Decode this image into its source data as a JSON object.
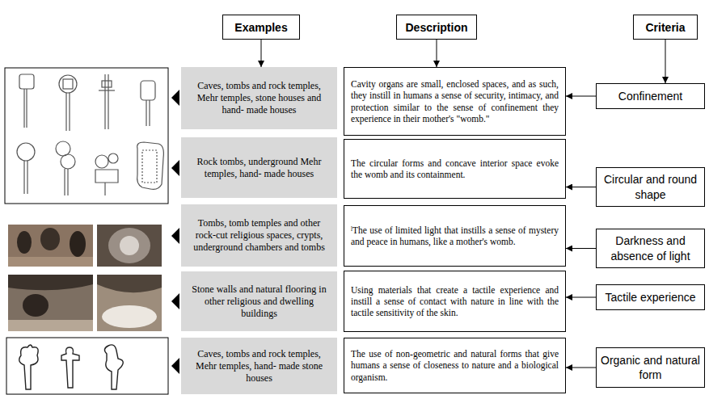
{
  "diagram": {
    "nodes": [
      {
        "text": [
          "Examples"
        ]
      },
      {
        "text": [
          "Description"
        ]
      },
      {
        "text": [
          "Criteria"
        ]
      },
      {
        "text": [
          "Caves, tombs and rock temples, Mehr temples, stone houses and hand- made houses"
        ]
      },
      {
        "text": [
          "Cavity organs are small, enclosed spaces, and as such, they instill in humans a sense of security, intimacy, and protection similar to the sense of confinement they experience in their mother's \"womb.\""
        ]
      },
      {
        "text": [
          "Confinement"
        ]
      },
      {
        "text": [
          "Rock tombs, underground Mehr temples, hand- made houses"
        ]
      },
      {
        "text": [
          "The circular forms and concave interior space evoke the womb and its containment."
        ]
      },
      {
        "text": [
          "Circular and round shape"
        ]
      },
      {
        "text": [
          "Tombs, tomb temples and other rock-cut religious spaces, crypts, underground chambers and tombs"
        ]
      },
      {
        "text": [
          "ˡThe use of limited light that instills a sense of mystery and peace in humans, like a mother's womb."
        ]
      },
      {
        "text": [
          "Darkness and absence of light"
        ]
      },
      {
        "text": [
          "Stone walls and natural flooring in other religious and dwelling buildings"
        ]
      },
      {
        "text": [
          "Using materials that create a tactile experience and instill a sense of contact with nature in line with the tactile sensitivity of the skin."
        ]
      },
      {
        "text": [
          "Tactile experience"
        ]
      },
      {
        "text": [
          "Caves, tombs and rock temples, Mehr temples, hand- made stone houses"
        ]
      },
      {
        "text": [
          "The use of non-geometric and natural forms that give humans a sense of closeness to nature and a biological organism."
        ]
      },
      {
        "text": [
          "Organic and natural form"
        ]
      }
    ],
    "edges": [
      {
        "from": 0,
        "to": 3,
        "arrow": "to"
      },
      {
        "from": 1,
        "to": 4,
        "arrow": "to"
      },
      {
        "from": 2,
        "to": 5,
        "arrow": "to"
      },
      {
        "from": 5,
        "to": 4,
        "arrow": "to"
      },
      {
        "from": 8,
        "to": 7,
        "arrow": "to"
      },
      {
        "from": 11,
        "to": 10,
        "arrow": "to"
      },
      {
        "from": 14,
        "to": 13,
        "arrow": "to"
      },
      {
        "from": 17,
        "to": 16,
        "arrow": "to"
      }
    ]
  }
}
